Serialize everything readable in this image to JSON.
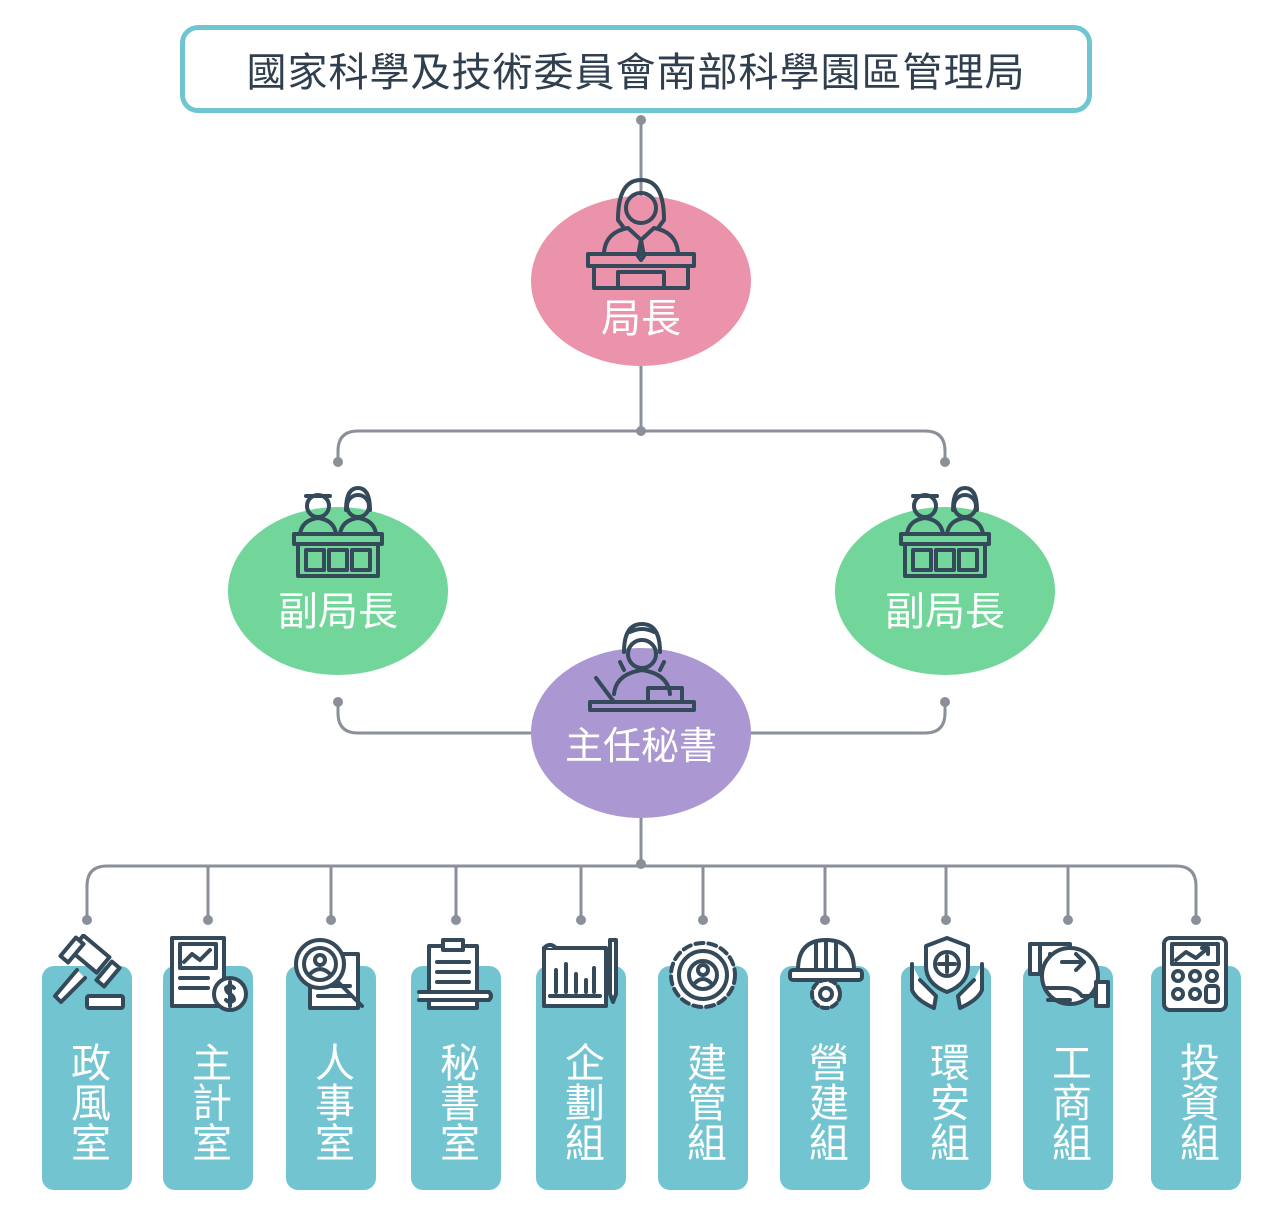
{
  "title": "國家科學及技術委員會南部科學園區管理局",
  "director": {
    "label": "局長",
    "icon": "person-at-podium-icon",
    "color": "#ec93ac"
  },
  "deputies": [
    {
      "label": "副局長",
      "icon": "two-officials-icon",
      "color": "#72d59a"
    },
    {
      "label": "副局長",
      "icon": "two-officials-icon",
      "color": "#72d59a"
    }
  ],
  "secretary": {
    "label": "主任秘書",
    "icon": "secretary-at-desk-icon",
    "color": "#ab97d2"
  },
  "departments": [
    {
      "label": "政風室",
      "icon": "gavel-icon"
    },
    {
      "label": "主計室",
      "icon": "ledger-dollar-icon"
    },
    {
      "label": "人事室",
      "icon": "magnifier-person-icon"
    },
    {
      "label": "秘書室",
      "icon": "clipboard-icon"
    },
    {
      "label": "企劃組",
      "icon": "blueprint-chart-icon"
    },
    {
      "label": "建管組",
      "icon": "gear-person-icon"
    },
    {
      "label": "營建組",
      "icon": "hardhat-gear-icon"
    },
    {
      "label": "環安組",
      "icon": "shield-hands-icon"
    },
    {
      "label": "工商組",
      "icon": "hand-transfer-icon"
    },
    {
      "label": "投資組",
      "icon": "calculator-icon"
    }
  ],
  "colors": {
    "line": "#8a8f99",
    "dept": "#72c5d0",
    "title_border": "#6fc6d0",
    "icon_stroke": "#34495a"
  }
}
